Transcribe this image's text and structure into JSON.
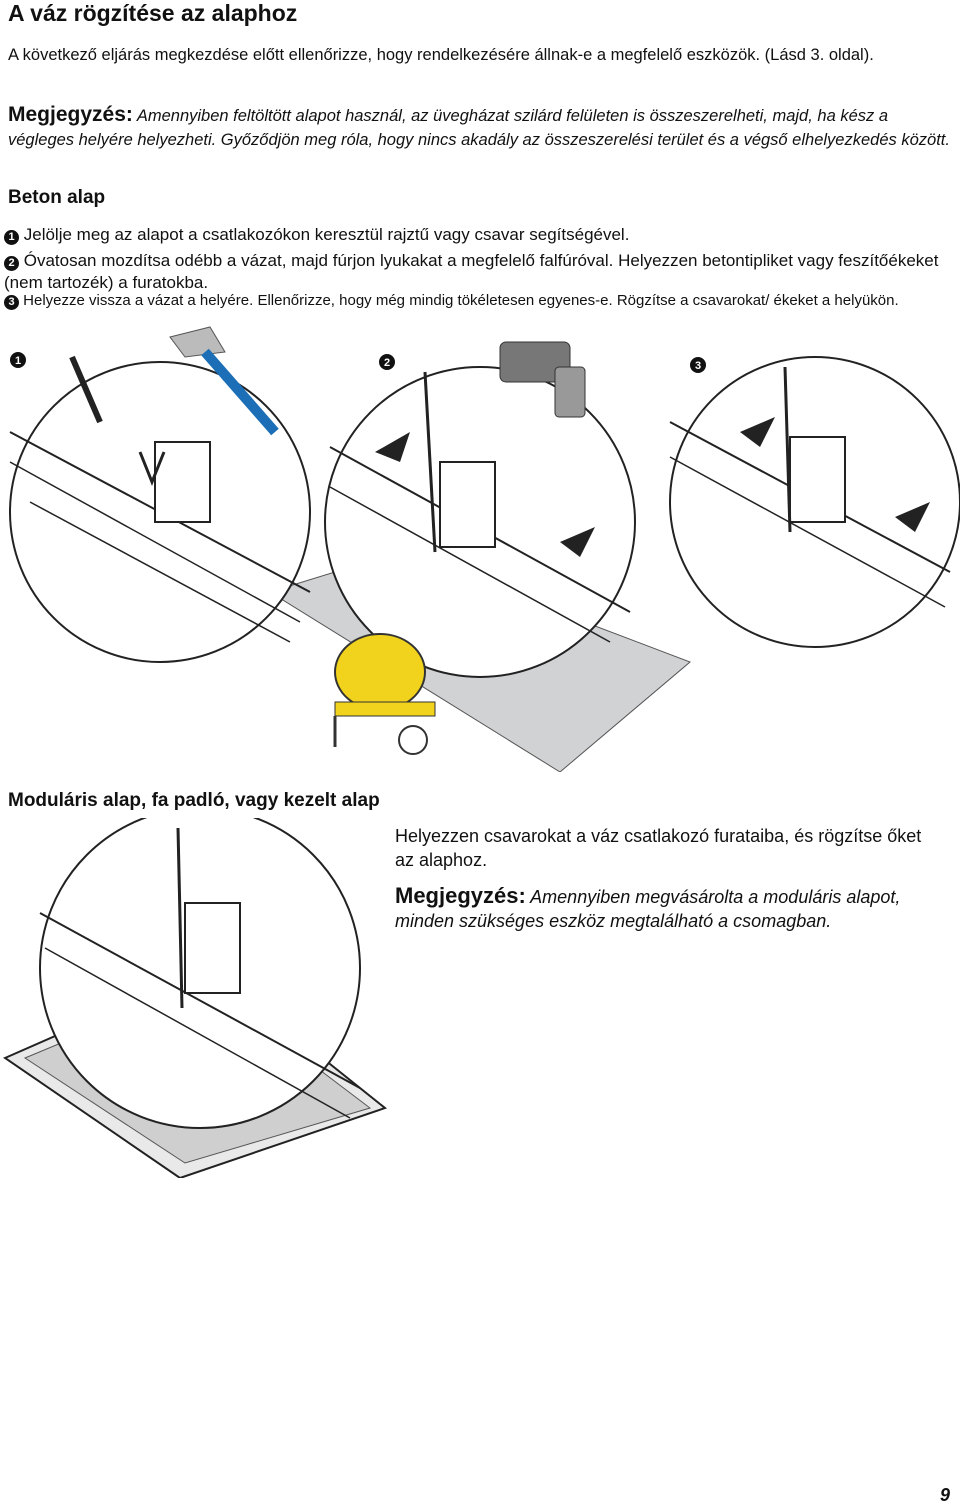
{
  "title": "A váz rögzítése az alaphoz",
  "intro": "A következő eljárás megkezdése előtt ellenőrizze, hogy rendelkezésére állnak-e a megfelelő eszközök. (Lásd 3. oldal).",
  "note1": {
    "lead": "Megjegyzés:",
    "text": "Amennyiben feltöltött alapot használ, az üvegházat szilárd felületen is összeszerelheti, majd, ha kész a végleges helyére helyezheti. Győződjön meg róla, hogy nincs akadály az összeszerelési terület és a végső elhelyezkedés között."
  },
  "section1": "Beton alap",
  "steps": [
    {
      "num": "1",
      "text": "Jelölje meg az alapot a csatlakozókon keresztül rajztű vagy csavar segítségével."
    },
    {
      "num": "2",
      "text": "Óvatosan mozdítsa odébb a vázat, majd fúrjon lyukakat a megfelelő falfúróval. Helyezzen betontipliket vagy feszítőékeket (nem tartozék) a furatokba."
    },
    {
      "num": "3",
      "text": "Helyezze vissza a vázat a helyére. Ellenőrizze, hogy még mindig tökéletesen egyenes-e. Rögzítse a csavarokat/ ékeket a helyükön."
    }
  ],
  "figure_numbers": [
    "1",
    "2",
    "3"
  ],
  "section2": "Moduláris alap, fa padló, vagy kezelt alap",
  "section2_text": "Helyezzen csavarokat a váz csatlakozó furataiba, és rögzítse őket az alaphoz.",
  "note2": {
    "lead": "Megjegyzés:",
    "text": "Amennyiben megvásárolta a moduláris alapot, minden szükséges eszköz megtalálható a csomagban."
  },
  "page_number": "9"
}
